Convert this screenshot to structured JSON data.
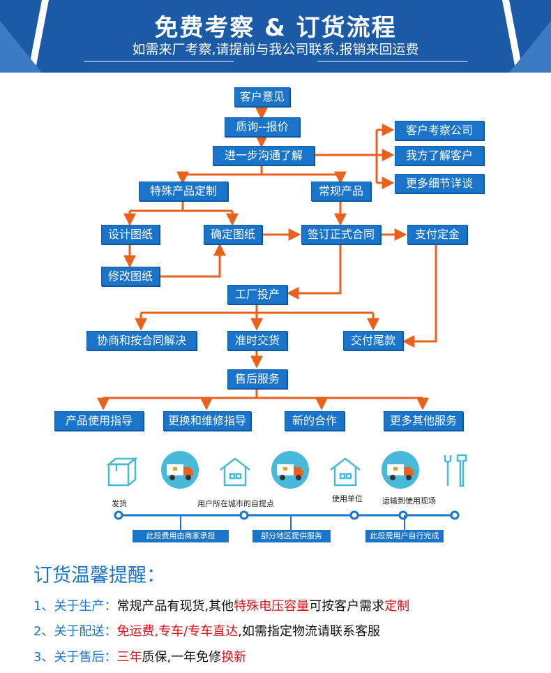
{
  "header": {
    "title": "免费考察 & 订货流程",
    "subtitle": "如需来厂考察,请提前与我公司联系,报销来回运费"
  },
  "flow": {
    "customer_opinion": "客户意见",
    "consult_quote": "质询--报价",
    "further_comm": "进一步沟通了解",
    "visit_company": "客户考察公司",
    "know_customer": "我方了解客户",
    "more_details": "更多细节详谈",
    "special_product": "特殊产品定制",
    "regular_product": "常规产品",
    "design_drawing": "设计图纸",
    "confirm_drawing": "确定图纸",
    "modify_drawing": "修改图纸",
    "sign_contract": "签订正式合同",
    "pay_deposit": "支付定金",
    "factory_production": "工厂投产",
    "negotiate_solve": "协商和按合同解决",
    "on_time_delivery": "准时交货",
    "pay_balance": "交付尾款",
    "after_sales": "售后服务",
    "product_guide": "产品使用指导",
    "replace_repair": "更换和维修指导",
    "new_cooperation": "新的合作",
    "more_services": "更多其他服务"
  },
  "logistics": {
    "labels": [
      "发货",
      "用户所在城市的自提点",
      "使用单位",
      "运输到使用现场"
    ],
    "segments": [
      "此段费用由商家承担",
      "部分地区提供服务",
      "此段需用户自行完成"
    ],
    "icons": [
      "box-icon",
      "truck-icon",
      "house-icon",
      "truck-icon",
      "house-icon",
      "truck-icon",
      "tools-icon"
    ]
  },
  "tips": {
    "title": "订货温馨提醒：",
    "items": [
      {
        "head": "1、关于生产：",
        "p1": "常规产品有现货,其他",
        "r1": "特殊电压容量",
        "p2": "可按客户需求",
        "r2": "定制",
        "p3": ""
      },
      {
        "head": "2、关于配送：",
        "p1": "",
        "r1": "免运费,专车/专车直达",
        "p2": ",如需指定物流请联系客服",
        "r2": "",
        "p3": ""
      },
      {
        "head": "3、关于售后：",
        "p1": "",
        "r1": "三年",
        "p2": "质保,一年免修",
        "r2": "换新",
        "p3": ""
      }
    ]
  },
  "colors": {
    "banner": "#1a5aa6",
    "box": "#1a74c9",
    "arrow": "#e8621c",
    "accent_red": "#e0101a"
  }
}
